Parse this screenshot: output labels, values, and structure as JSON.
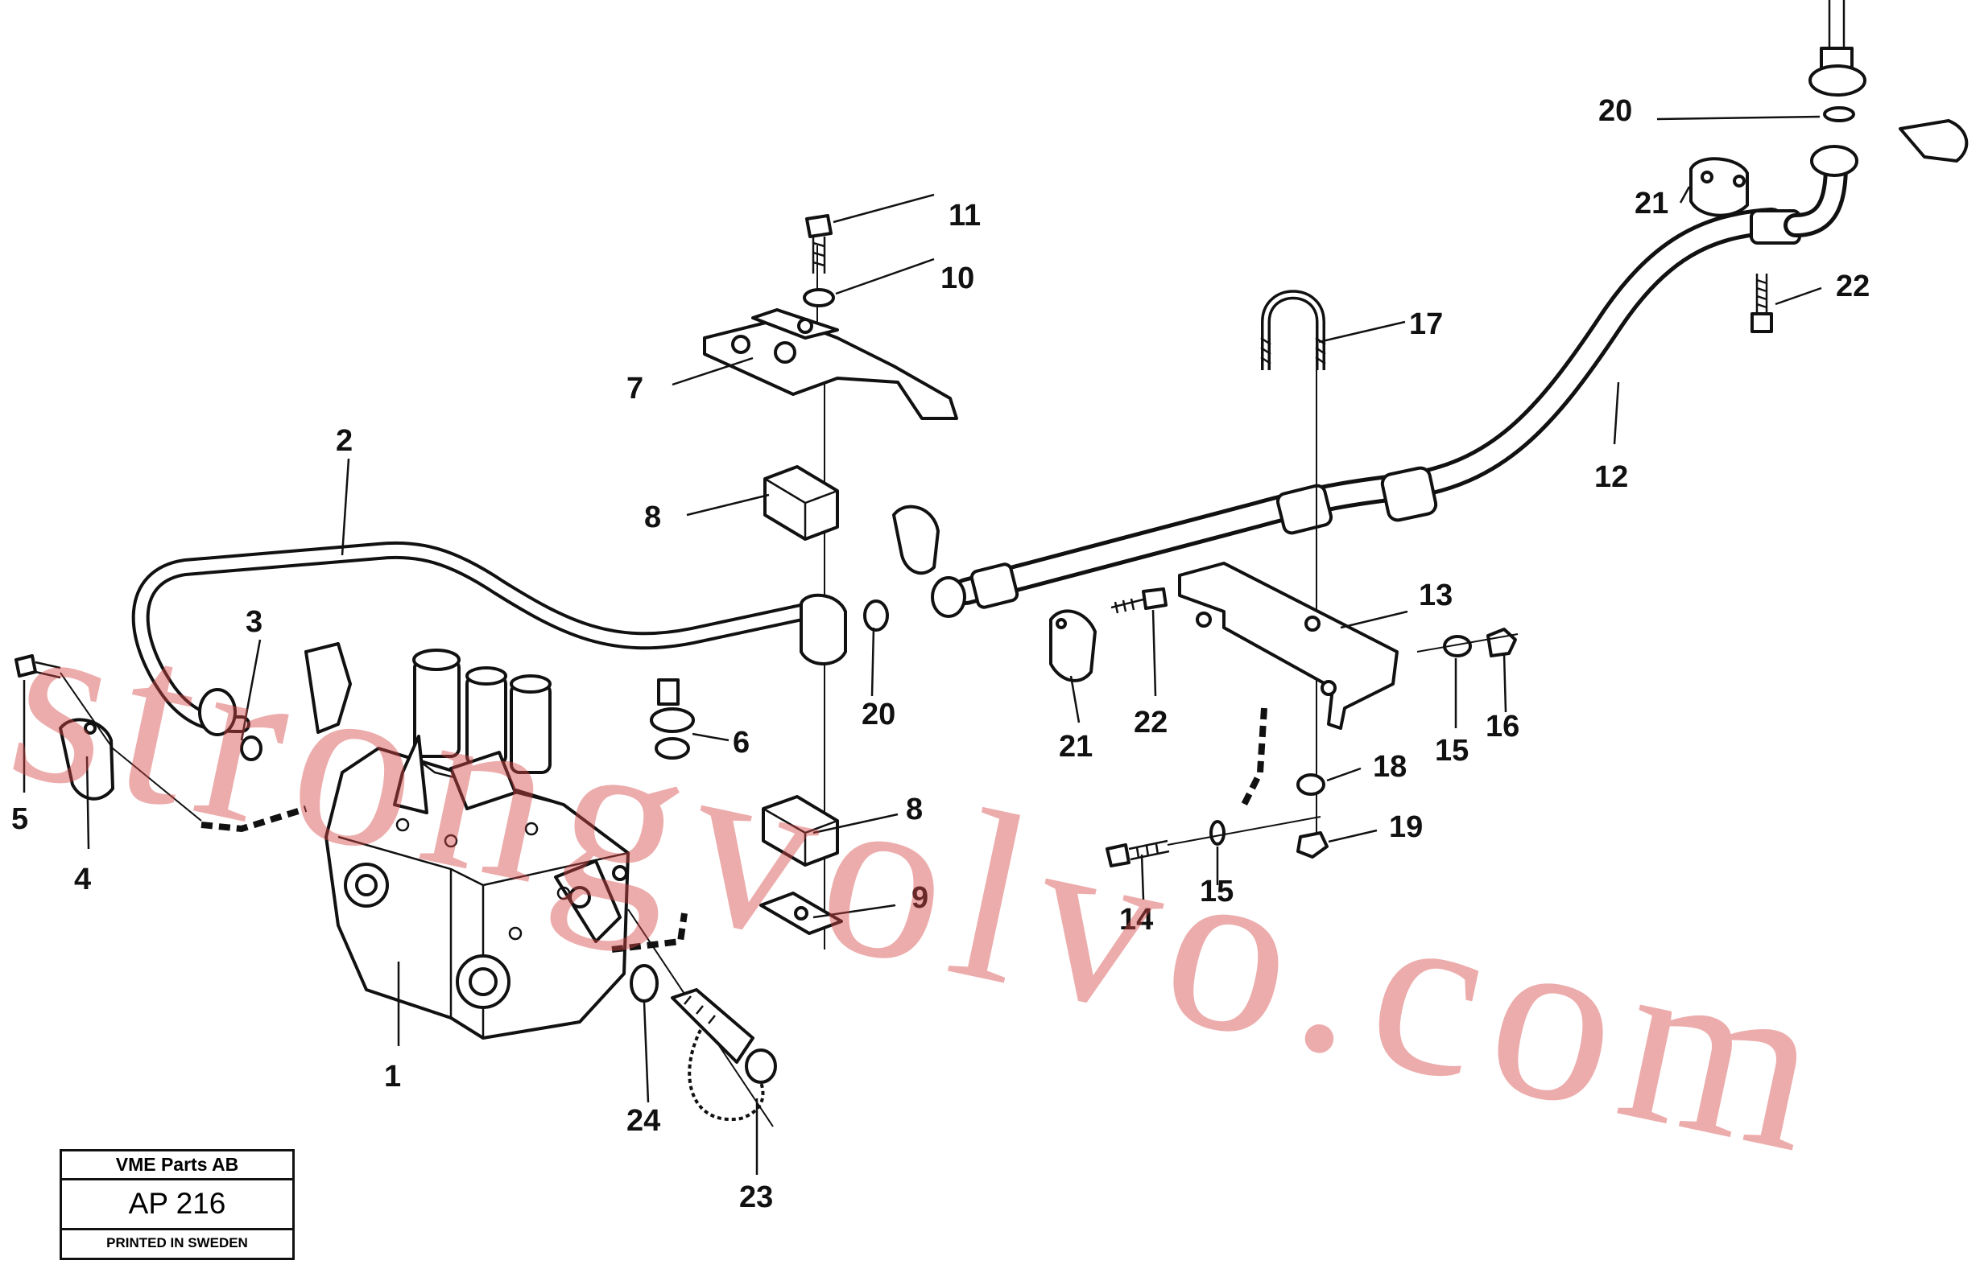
{
  "callouts": {
    "c1": "1",
    "c2": "2",
    "c3": "3",
    "c4": "4",
    "c5": "5",
    "c6": "6",
    "c7": "7",
    "c8a": "8",
    "c8b": "8",
    "c9": "9",
    "c10": "10",
    "c11": "11",
    "c12": "12",
    "c13": "13",
    "c14": "14",
    "c15a": "15",
    "c15b": "15",
    "c16": "16",
    "c17": "17",
    "c18": "18",
    "c19": "19",
    "c20a": "20",
    "c20b": "20",
    "c21a": "21",
    "c21b": "21",
    "c22a": "22",
    "c22b": "22",
    "c23": "23",
    "c24": "24"
  },
  "title_block": {
    "company": "VME Parts AB",
    "code": "AP 216",
    "printed": "PRINTED IN SWEDEN"
  },
  "watermark": "strongvolvo.com"
}
